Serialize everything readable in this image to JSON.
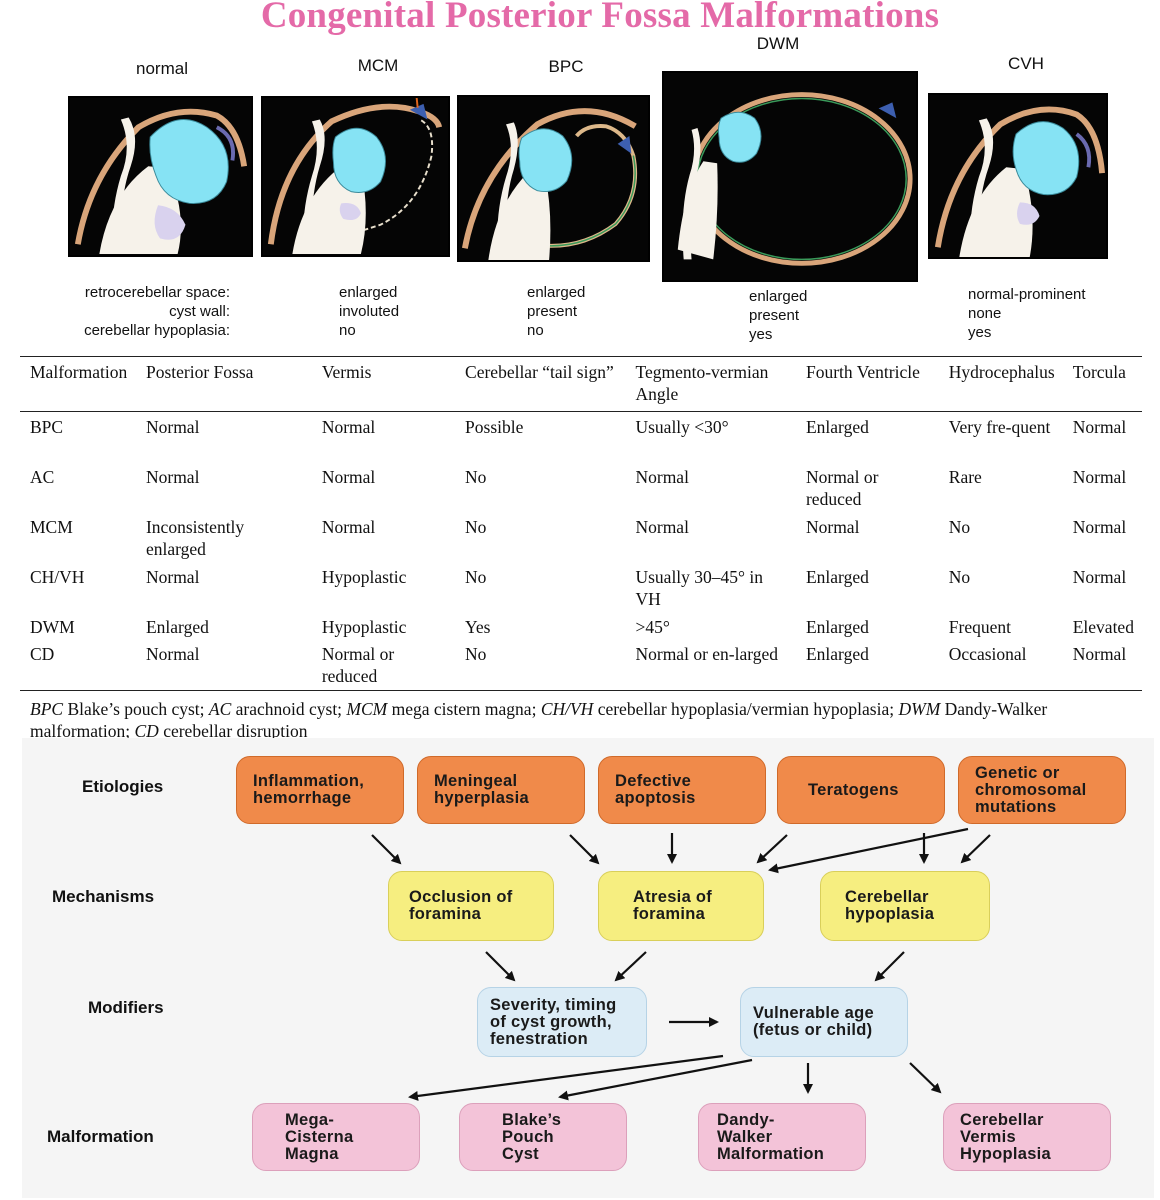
{
  "title": "Congenital Posterior Fossa Malformations",
  "panels": [
    {
      "label": "normal"
    },
    {
      "label": "MCM"
    },
    {
      "label": "BPC"
    },
    {
      "label": "DWM"
    },
    {
      "label": "CVH"
    }
  ],
  "feature_labels": [
    "retrocerebellar space:",
    "cyst wall:",
    "cerebellar hypoplasia:"
  ],
  "panel_values": [
    [
      "enlarged",
      "involuted",
      "no"
    ],
    [
      "enlarged",
      "present",
      "no"
    ],
    [
      "enlarged",
      "present",
      "yes"
    ],
    [
      "normal-prominent",
      "none",
      "yes"
    ]
  ],
  "table": {
    "headers": [
      "Malformation",
      "Posterior Fossa",
      "Vermis",
      "Cerebellar “tail sign”",
      "Tegmento-vermian Angle",
      "Fourth Ventricle",
      "Hydrocephalus",
      "Torcula"
    ],
    "rows": [
      [
        "BPC",
        "Normal",
        "Normal",
        "Possible",
        "Usually <30°",
        "Enlarged",
        "Very fre-quent",
        "Normal"
      ],
      [
        "AC",
        "Normal",
        "Normal",
        "No",
        "Normal",
        "Normal or reduced",
        "Rare",
        "Normal"
      ],
      [
        "MCM",
        "Inconsistently enlarged",
        "Normal",
        "No",
        "Normal",
        "Normal",
        "No",
        "Normal"
      ],
      [
        "CH/VH",
        "Normal",
        "Hypoplastic",
        "No",
        "Usually 30–45° in VH",
        "Enlarged",
        "No",
        "Normal"
      ],
      [
        "DWM",
        "Enlarged",
        "Hypoplastic",
        "Yes",
        ">45°",
        "Enlarged",
        "Frequent",
        "Elevated"
      ],
      [
        "CD",
        "Normal",
        "Normal or reduced",
        "No",
        "Normal or en-larged",
        "Enlarged",
        "Occasional",
        "Normal"
      ]
    ]
  },
  "abbreviations": [
    {
      "abbr": "BPC",
      "text": " Blake’s pouch cyst; "
    },
    {
      "abbr": "AC",
      "text": " arachnoid cyst; "
    },
    {
      "abbr": "MCM",
      "text": " mega cistern magna; "
    },
    {
      "abbr": "CH/VH",
      "text": " cerebellar hypoplasia/vermian hypoplasia; "
    },
    {
      "abbr": "DWM",
      "text": " Dandy-Walker malformation; "
    },
    {
      "abbr": "CD",
      "text": " cerebellar disruption"
    }
  ],
  "flow": {
    "row_labels": [
      "Etiologies",
      "Mechanisms",
      "Modifiers",
      "Malformation"
    ],
    "etiologies": [
      "Inflammation,\nhemorrhage",
      "Meningeal\nhyperplasia",
      "Defective\napoptosis",
      "Teratogens",
      "Genetic or\nchromosomal\nmutations"
    ],
    "mechanisms": [
      "Occlusion of\nforamina",
      "Atresia of\nforamina",
      "Cerebellar\nhypoplasia"
    ],
    "modifiers": [
      "Severity, timing\nof cyst growth,\nfenestration",
      "Vulnerable age\n(fetus or child)"
    ],
    "malformations": [
      "Mega-\nCisterna\nMagna",
      "Blake’s\nPouch\nCyst",
      "Dandy-\nWalker\nMalformation",
      "Cerebellar\nVermis\nHypoplasia"
    ]
  },
  "colors": {
    "title": "#e46aa8",
    "etiology": "#f08a4a",
    "mechanism": "#f6ee80",
    "modifier": "#dcecf6",
    "malformation": "#f3c3d8",
    "cerebellum": "#86e3f4",
    "brainstem": "#f6f2ea"
  }
}
